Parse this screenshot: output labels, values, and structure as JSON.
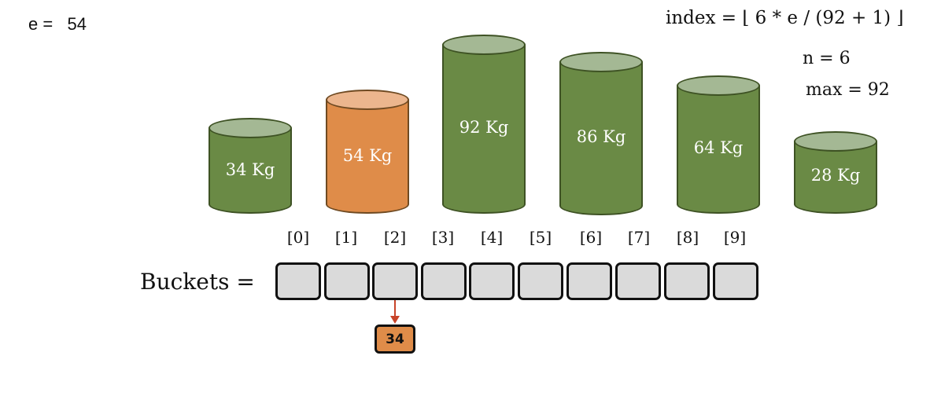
{
  "e_label": "e =   54",
  "formula": "index = ⌊ 6 * e / (92 + 1) ⌋",
  "n_label": "n = 6",
  "max_label": "max = 92",
  "cylinders": [
    {
      "label": "34 Kg",
      "state": "default"
    },
    {
      "label": "54 Kg",
      "state": "highlighted"
    },
    {
      "label": "92 Kg",
      "state": "default"
    },
    {
      "label": "86 Kg",
      "state": "default"
    },
    {
      "label": "64 Kg",
      "state": "default"
    },
    {
      "label": "28 Kg",
      "state": "default"
    }
  ],
  "indices": [
    "[0]",
    "[1]",
    "[2]",
    "[3]",
    "[4]",
    "[5]",
    "[6]",
    "[7]",
    "[8]",
    "[9]"
  ],
  "buckets_label": "Buckets =",
  "bucket_item": {
    "value": "34",
    "bucket_index": 2
  },
  "colors": {
    "default": "#6a8a45",
    "highlight": "#df8c49",
    "arrow": "#c8442a"
  }
}
